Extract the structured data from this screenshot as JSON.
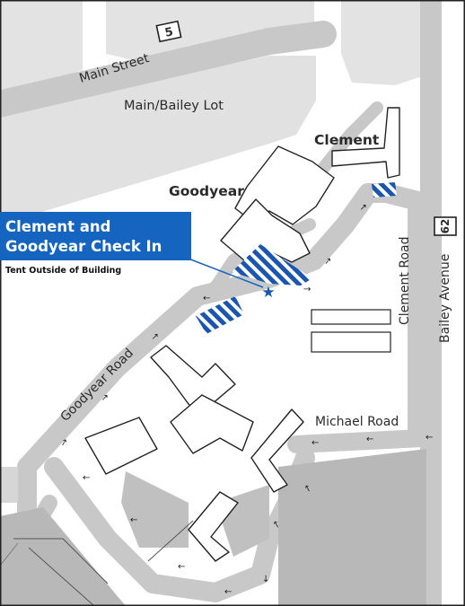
{
  "streets": {
    "main_street": "Main Street",
    "goodyear_road": "Goodyear Road",
    "clement_road": "Clement Road",
    "bailey_avenue": "Bailey Avenue",
    "michael_road": "Michael Road"
  },
  "route_shields": {
    "main_street_route": "5",
    "bailey_avenue_route": "62"
  },
  "places": {
    "main_bailey_lot": "Main/Bailey Lot",
    "clement": "Clement",
    "goodyear": "Goodyear"
  },
  "callout": {
    "line1": "Clement and",
    "line2": "Goodyear Check In",
    "subtitle": "Tent Outside of Building"
  },
  "colors": {
    "callout_blue": "#1565c0",
    "road_gray": "#c8c8c8",
    "lot_gray": "#b8b8b8",
    "hatch_blue": "#1a56b0"
  },
  "icons": {
    "check_in_marker": "star-icon",
    "traffic_direction": "arrow-icon"
  }
}
